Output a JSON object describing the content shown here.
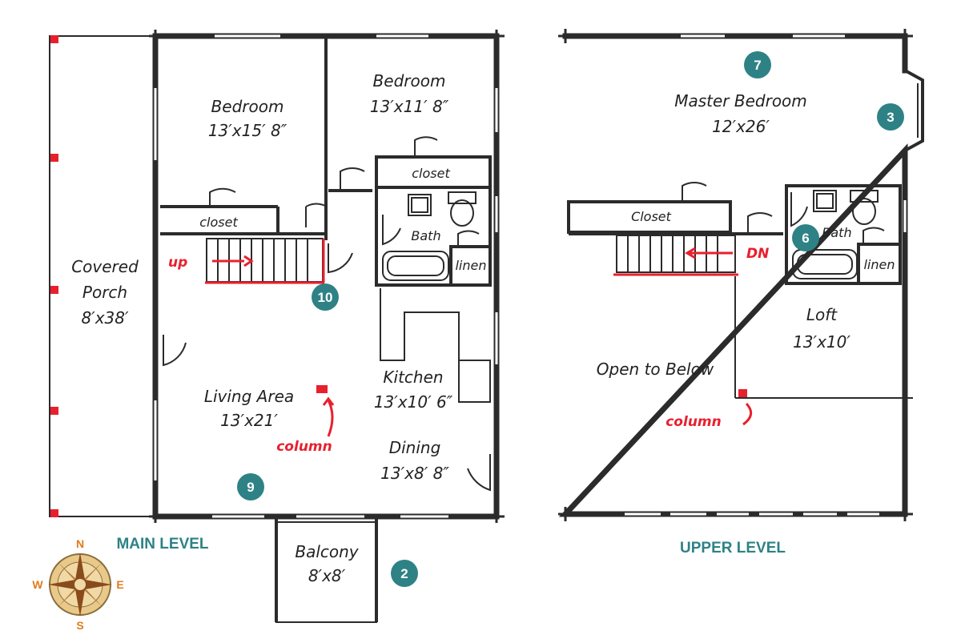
{
  "main_level": {
    "title": "MAIN LEVEL",
    "rooms": {
      "bedroom1": {
        "name": "Bedroom",
        "size": "13′x15′ 8″"
      },
      "bedroom2": {
        "name": "Bedroom",
        "size": "13′x11′ 8″"
      },
      "closet1": "closet",
      "closet2": "closet",
      "bath": "Bath",
      "linen": "linen",
      "porch": {
        "name1": "Covered",
        "name2": "Porch",
        "size": "8′x38′"
      },
      "living": {
        "name": "Living Area",
        "size": "13′x21′"
      },
      "kitchen": {
        "name": "Kitchen",
        "size": "13′x10′ 6″"
      },
      "dining": {
        "name": "Dining",
        "size": "13′x8′ 8″"
      },
      "balcony": {
        "name": "Balcony",
        "size": "8′x8′"
      }
    },
    "annotations": {
      "up": "up",
      "column": "column"
    }
  },
  "upper_level": {
    "title": "UPPER LEVEL",
    "rooms": {
      "master": {
        "name": "Master Bedroom",
        "size": "12′x26′"
      },
      "closet": "Closet",
      "bath": "Bath",
      "linen": "linen",
      "loft": {
        "name": "Loft",
        "size": "13′x10′"
      },
      "open": "Open to Below"
    },
    "annotations": {
      "dn": "DN",
      "column": "column"
    }
  },
  "badges": [
    "10",
    "9",
    "2",
    "7",
    "3",
    "6"
  ],
  "compass": {
    "n": "N",
    "s": "S",
    "e": "E",
    "w": "W"
  },
  "colors": {
    "badge": "#2e8285",
    "annotation_red": "#e8202e",
    "wall": "#2b2b2b"
  }
}
